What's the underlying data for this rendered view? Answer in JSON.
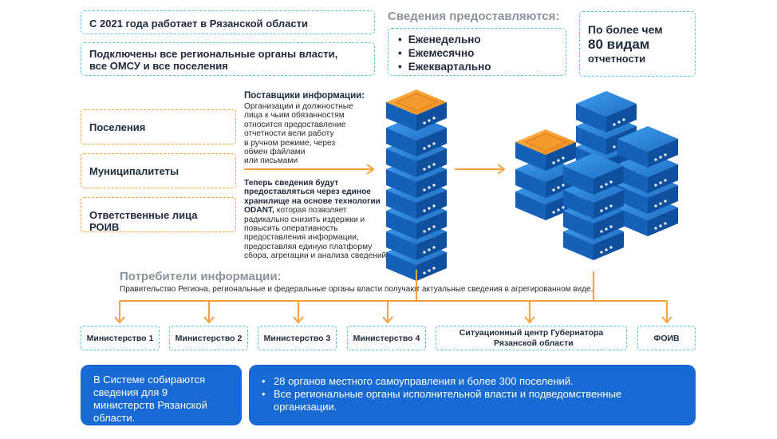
{
  "top_left": {
    "since_text": "С 2021 года работает в Рязанской области",
    "connected_line1": "Подключены все региональные органы власти,",
    "connected_line2": "все ОМСУ и все поселения"
  },
  "frequency": {
    "title": "Сведения предоставляются:",
    "items": [
      "Еженедельно",
      "Ежемесячно",
      "Ежеквартально"
    ]
  },
  "reports": {
    "line1": "По более чем",
    "line2": "80 видам",
    "line3": "отчетности"
  },
  "suppliers": {
    "items": [
      "Поселения",
      "Муниципалитеты",
      "Ответственные лица РОИВ"
    ],
    "title": "Поставщики информации:",
    "desc_lines": [
      "Организации и должностные",
      "лица к чьим обязанностям",
      "относится предоставление",
      "отчетности вели работу",
      "в ручном режиме, через",
      "обмен файлами",
      "или письмами"
    ],
    "now_bold_lines": [
      "Теперь сведения будут",
      "предоставляться через единое",
      "хранилище на основе технологии"
    ],
    "odant_bold": "ODANT,",
    "odant_rest": " которая позволяет",
    "now_rest_lines": [
      "радикально снизить издержки и",
      "повысить оперативность",
      "предоставления информации,",
      "предоставляя единую платформу",
      "сбора, агрегации и анализа сведений"
    ]
  },
  "consumers": {
    "title": "Потребители информации:",
    "desc": "Правительство Региона, региональные и федеральные органы власти получают актуальные сведения в агрегированном виде.",
    "ministries": [
      "Министерство 1",
      "Министерство 2",
      "Министерство 3",
      "Министерство 4"
    ],
    "situation_line1": "Ситуационный центр Губернатора",
    "situation_line2": "Рязанской области",
    "foiv": "ФОИВ"
  },
  "bottom": {
    "left_text": "В Системе собираются сведения для 9 министерств Рязанской области.",
    "right_items": [
      "28 органов местного самоуправления и более 300 поселений.",
      "Все региональные органы исполнительной власти  и подведомственные организации."
    ]
  },
  "colors": {
    "accent_orange": "#f5a33a",
    "accent_cyan": "#4fc3e0",
    "panel_blue": "#1769d3",
    "server_blue": "#1e6fc4"
  },
  "icons": [
    "server-stack-icon",
    "server-cluster-icon"
  ]
}
